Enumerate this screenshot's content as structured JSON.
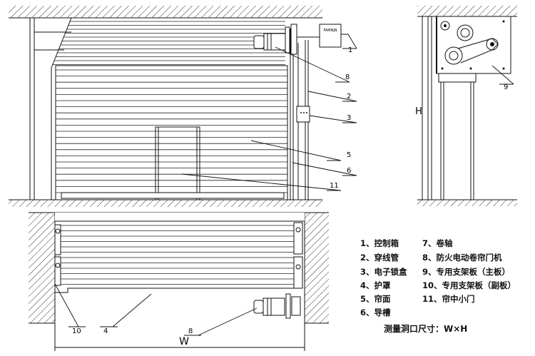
{
  "callouts": {
    "front": [
      "1",
      "8",
      "2",
      "3",
      "5",
      "6",
      "11"
    ],
    "side": [
      "9"
    ],
    "side_dim": "H",
    "plan": [
      "10",
      "4",
      "8"
    ],
    "plan_dim": "W"
  },
  "control_box_label": "FAMNJN",
  "legend": {
    "col1": [
      "1、控制箱",
      "2、穿线管",
      "3、电子锁盒",
      "4、护罩",
      "5、帘面",
      "6、导槽"
    ],
    "col2": [
      "7、卷轴",
      "8、防火电动卷帘门机",
      "9、专用支架板（主板）",
      "10、专用支架板（副板）",
      "11、帘中小门"
    ],
    "measure": "测量洞口尺寸：W×H"
  }
}
